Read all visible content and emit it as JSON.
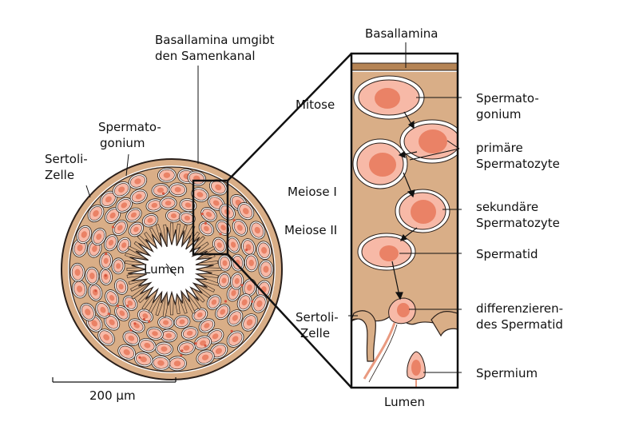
{
  "colors": {
    "tissue": "#d9ae87",
    "membrane": "#b58455",
    "outline": "#2a1f1a",
    "cytoplasm": "#f7b9a7",
    "nucleus": "#ea8266",
    "gap": "#ffffff"
  },
  "labels": {
    "basement_cross_1": "Basallamina umgibt",
    "basement_cross_2": "den Samenkanal",
    "spermatogonium_cross_1": "Spermato-",
    "spermatogonium_cross_2": "gonium",
    "sertoli_cross_1": "Sertoli-",
    "sertoli_cross_2": "Zelle",
    "lumen_cross": "Lumen",
    "scale": "200 µm",
    "basement_detail": "Basallamina",
    "mitosis": "Mitose",
    "meiosis_1": "Meiose I",
    "meiosis_2": "Meiose II",
    "sertoli_detail_1": "Sertoli-",
    "sertoli_detail_2": "Zelle",
    "lumen_detail": "Lumen",
    "spermatogonium_detail_1": "Spermato-",
    "spermatogonium_detail_2": "gonium",
    "primary_1": "primäre",
    "primary_2": "Spermatozyte",
    "secondary_1": "sekundäre",
    "secondary_2": "Spermatozyte",
    "spermatid": "Spermatid",
    "differentiating_1": "differenzieren-",
    "differentiating_2": "des Spermatid",
    "spermium": "Spermium"
  }
}
